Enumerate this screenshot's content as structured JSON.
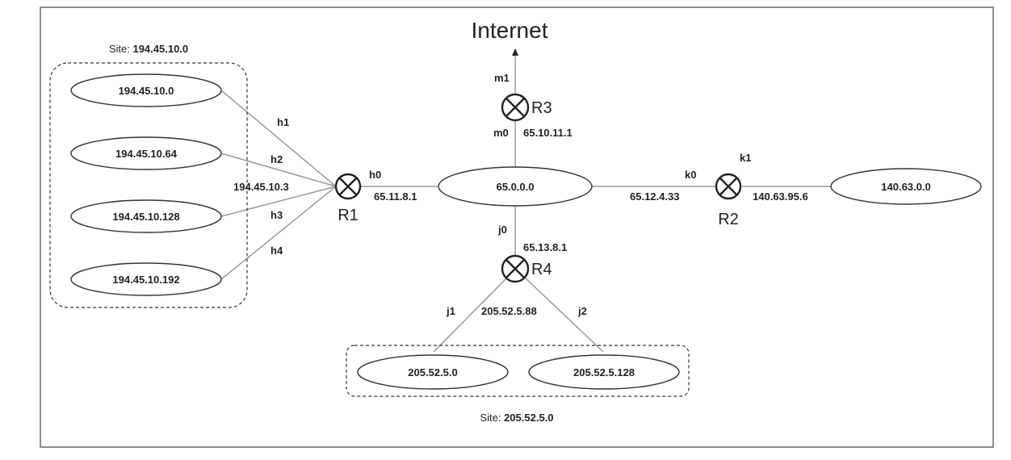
{
  "title": "Internet",
  "sites": {
    "left": {
      "prefix": "Site: ",
      "addr": "194.45.10.0"
    },
    "bottom": {
      "prefix": "Site: ",
      "addr": "205.52.5.0"
    }
  },
  "networks": {
    "n1": "194.45.10.0",
    "n2": "194.45.10.64",
    "n3": "194.45.10.128",
    "n4": "194.45.10.192",
    "core": "65.0.0.0",
    "right": "140.63.0.0",
    "b1": "205.52.5.0",
    "b2": "205.52.5.128"
  },
  "routers": {
    "r1": "R1",
    "r2": "R2",
    "r3": "R3",
    "r4": "R4"
  },
  "interfaces": {
    "h1": "h1",
    "h2": "h2",
    "h3": "h3",
    "h4": "h4",
    "h0": "h0",
    "m0": "m0",
    "m1": "m1",
    "k0": "k0",
    "k1": "k1",
    "j0": "j0",
    "j1": "j1",
    "j2": "j2"
  },
  "addresses": {
    "r1_h": "194.45.10.3",
    "r1_h0": "65.11.8.1",
    "r3_m0": "65.10.11.1",
    "r2_k0": "65.12.4.33",
    "r2_k1": "140.63.95.6",
    "r4_j0": "65.13.8.1",
    "r4_j": "205.52.5.88"
  }
}
